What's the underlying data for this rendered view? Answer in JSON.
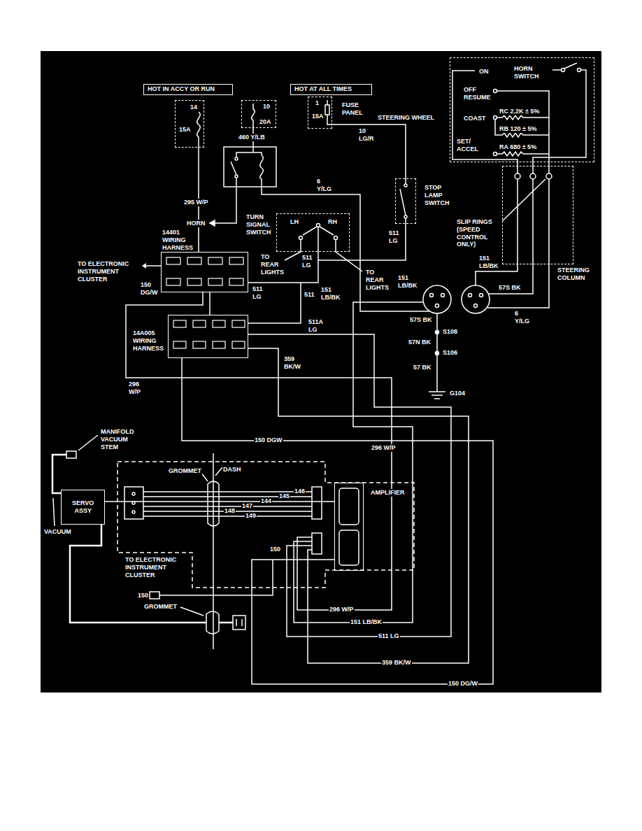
{
  "diagram": {
    "nodes": [
      {
        "text": [
          "HOT IN ACCY OR RUN"
        ]
      },
      {
        "text": [
          "14",
          "15A"
        ]
      },
      {
        "text": [
          "10",
          "20A"
        ]
      },
      {
        "text": [
          "HOT AT ALL TIMES"
        ]
      },
      {
        "text": [
          "1",
          "15A",
          "FUSE PANEL"
        ]
      },
      {
        "text": [
          "STEERING WHEEL",
          "ON",
          "HORN SWITCH",
          "OFF RESUME",
          "RC 2.2K ± 5%",
          "COAST",
          "RB 120 ± 5%",
          "SET/ ACCEL",
          "RA 680 ± 5%"
        ]
      },
      {
        "text": [
          "STOP LAMP SWITCH"
        ]
      },
      {
        "text": [
          "TURN SIGNAL SWITCH",
          "LH",
          "RH"
        ]
      },
      {
        "text": [
          "STEERING COLUMN"
        ]
      },
      {
        "text": [
          "14401 WIRING HARNESS"
        ]
      },
      {
        "text": [
          "14A005 WIRING HARNESS"
        ]
      },
      {
        "text": [
          "SERVO ASSY"
        ]
      },
      {
        "text": [
          "AMPLIFIER"
        ]
      }
    ],
    "edges": [
      {
        "from": 4,
        "to": 6,
        "arrow": "none",
        "label": "10 LG/R"
      },
      {
        "from": 6,
        "to": 7,
        "arrow": "none",
        "label": "511 LG"
      },
      {
        "from": 1,
        "to": 9,
        "arrow": "none",
        "label": "295 W/P"
      },
      {
        "from": 5,
        "to": 8,
        "arrow": "none"
      },
      {
        "from": 10,
        "to": 12,
        "arrow": "none",
        "label": "150 DG/W"
      },
      {
        "from": 11,
        "to": 12,
        "arrow": "none"
      }
    ],
    "labels": [
      "460 Y/LB",
      "HORN",
      "6 Y/LG",
      "TO REAR LIGHTS",
      "511 LG",
      "TO REAR LIGHTS",
      "TO ELECTRONIC INSTRUMENT CLUSTER",
      "150 DG/W",
      "511 LG",
      "151 LB/BK",
      "511",
      "151 LB/BK",
      "SLIP RINGS (SPEED CONTROL ONLY)",
      "151 LB/BK",
      "57S BK",
      "6 Y/LG",
      "57S BK",
      "S108",
      "57N BK",
      "S106",
      "57 BK",
      "G104",
      "511A LG",
      "359 BK/W",
      "296 W/P",
      "150 DGW",
      "296 W/P",
      "MANIFOLD VACUUM STEM",
      "VACUUM",
      "GROMMET",
      "DASH",
      "146",
      "145",
      "144",
      "147",
      "148",
      "149",
      "150",
      "TO ELECTRONIC INSTRUMENT CLUSTER",
      "150",
      "GROMMET",
      "296 W/P",
      "151 LB/BK",
      "511 LG",
      "359 BK/W"
    ]
  }
}
